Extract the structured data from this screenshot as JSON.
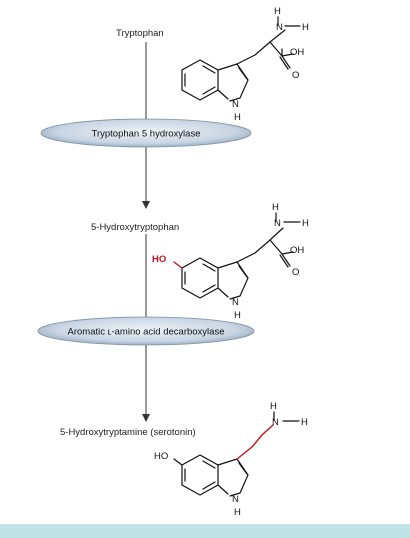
{
  "pathway": {
    "compounds": [
      {
        "id": "tryptophan",
        "label": "Tryptophan"
      },
      {
        "id": "5-htp",
        "label": "5-Hydroxytryptophan"
      },
      {
        "id": "serotonin",
        "label": "5-Hydroxytryptamine (serotonin)"
      }
    ],
    "enzymes": [
      {
        "id": "tph",
        "label": "Tryptophan 5 hydroxylase"
      },
      {
        "id": "aadc",
        "label": "Aromatic ʟ-amino acid decarboxylase"
      }
    ]
  },
  "atoms": {
    "H": "H",
    "N": "N",
    "OH": "OH",
    "O": "O",
    "HO": "HO"
  },
  "colors": {
    "enzyme_fill_center": "#e6eef6",
    "enzyme_fill_edge": "#9fb2c6",
    "highlight": "#c0141c",
    "bottom_band": "#bfe3e6"
  }
}
